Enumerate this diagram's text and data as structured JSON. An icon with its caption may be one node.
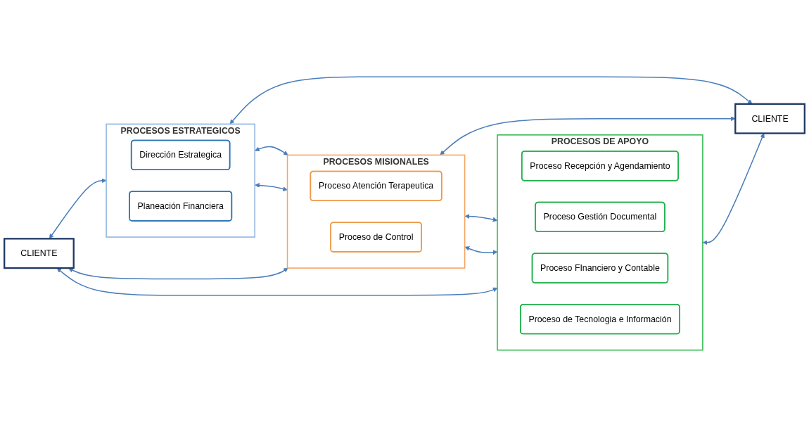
{
  "diagram": {
    "nodes": [
      {
        "text": [
          "CLIENTE"
        ]
      },
      {
        "text": [
          "PROCESOS ESTRATEGICOS"
        ]
      },
      {
        "text": [
          "Dirección Estrategica"
        ],
        "in": 1
      },
      {
        "text": [
          "Planeación Financiera"
        ],
        "in": 1
      },
      {
        "text": [
          "PROCESOS MISIONALES"
        ]
      },
      {
        "text": [
          "Proceso Atención Terapeutica"
        ],
        "in": 4
      },
      {
        "text": [
          "Proceso de Control"
        ],
        "in": 4
      },
      {
        "text": [
          "PROCESOS DE APOYO"
        ]
      },
      {
        "text": [
          "Proceso Recepción y Agendamiento"
        ],
        "in": 7
      },
      {
        "text": [
          "Proceso Gestión Documental"
        ],
        "in": 7
      },
      {
        "text": [
          "Proceso FInanciero y Contable"
        ],
        "in": 7
      },
      {
        "text": [
          "Proceso de Tecnologia e Información"
        ],
        "in": 7
      },
      {
        "text": [
          "CLIENTE"
        ]
      }
    ],
    "edges": [
      {
        "from": 0,
        "to": 1,
        "arrow": "both"
      },
      {
        "from": 1,
        "to": 12,
        "arrow": "both"
      },
      {
        "from": 1,
        "to": 4,
        "arrow": "both"
      },
      {
        "from": 1,
        "to": 4,
        "arrow": "both"
      },
      {
        "from": 0,
        "to": 4,
        "arrow": "both"
      },
      {
        "from": 4,
        "to": 12,
        "arrow": "both"
      },
      {
        "from": 4,
        "to": 7,
        "arrow": "both"
      },
      {
        "from": 4,
        "to": 7,
        "arrow": "both"
      },
      {
        "from": 0,
        "to": 7,
        "arrow": "both"
      },
      {
        "from": 7,
        "to": 12,
        "arrow": "both"
      }
    ]
  }
}
